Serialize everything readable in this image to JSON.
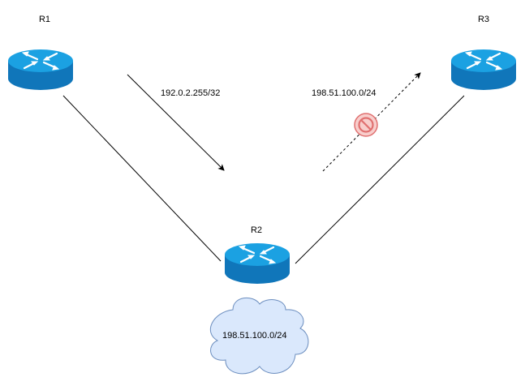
{
  "routers": {
    "r1": {
      "label": "R1"
    },
    "r2": {
      "label": "R2"
    },
    "r3": {
      "label": "R3"
    }
  },
  "routes": {
    "r1_to_r2": {
      "label": "192.0.2.255/32"
    },
    "r2_to_r3": {
      "label": "198.51.100.0/24",
      "status": "blocked",
      "status_icon": "prohibited-icon"
    }
  },
  "cloud": {
    "label": "198.51.100.0/24"
  },
  "colors": {
    "router_top": "#1ba1e2",
    "router_side": "#1076ba",
    "cloud_fill": "#dae8fc",
    "cloud_stroke": "#6c8ebf",
    "prohibited_fill": "#f8cecc",
    "prohibited_stroke": "#e07070"
  }
}
